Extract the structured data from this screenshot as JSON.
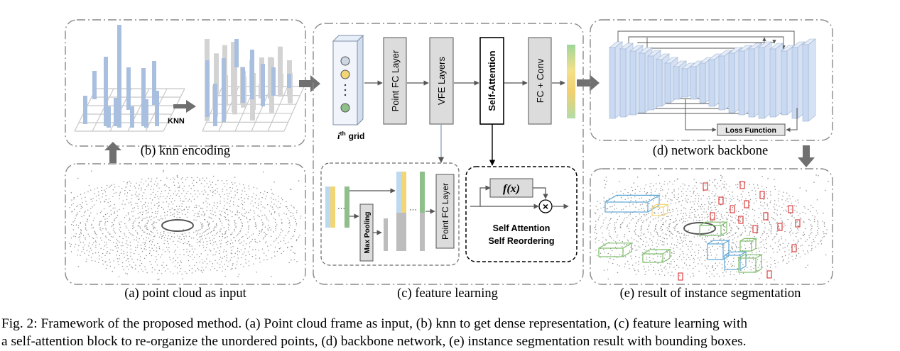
{
  "panels": {
    "b": {
      "label": "(b) knn encoding",
      "knn_label": "KNN"
    },
    "a": {
      "label": "(a) point cloud as input"
    },
    "c": {
      "label": "(c) feature learning",
      "grid_label_sup": "th",
      "grid_label_rest": "grid",
      "point_fc_label": "Point FC Layer",
      "vfe_label": "VFE Layers",
      "self_attention_label": "Self-Attention",
      "fc_conv_label": "FC + Conv",
      "max_pooling_label": "Max Pooling",
      "point_fc_small_label": "Point FC Layer",
      "fx_label": "f(x)",
      "times_symbol": "×",
      "attn_caption_1": "Self Attention",
      "attn_caption_2": "Self Reordering"
    },
    "d": {
      "label": "(d) network backbone",
      "loss_label": "Loss Function"
    },
    "e": {
      "label": "(e) result of instance segmentation"
    }
  },
  "caption": {
    "line1": "Fig. 2: Framework of the proposed method. (a) Point cloud frame as input, (b) knn to get dense representation, (c) feature learning with",
    "line2": "a self-attention block to re-organize the unordered points, (d) backbone network, (e) instance segmentation result with bounding boxes."
  },
  "colors": {
    "panel_border": "#8a8a8a",
    "blue_bar": "#a9bfe0",
    "gray_bar": "#cfcfcf",
    "arrow_gray": "#7a7a7a",
    "yellow": "#f2d675",
    "green": "#8fbf8a",
    "light_blue": "#bcd9ef",
    "backbone_blue": "#c9d9f2"
  },
  "icons": [
    "arrow-right-icon",
    "arrow-up-icon",
    "arrow-down-icon",
    "multiply-icon"
  ]
}
